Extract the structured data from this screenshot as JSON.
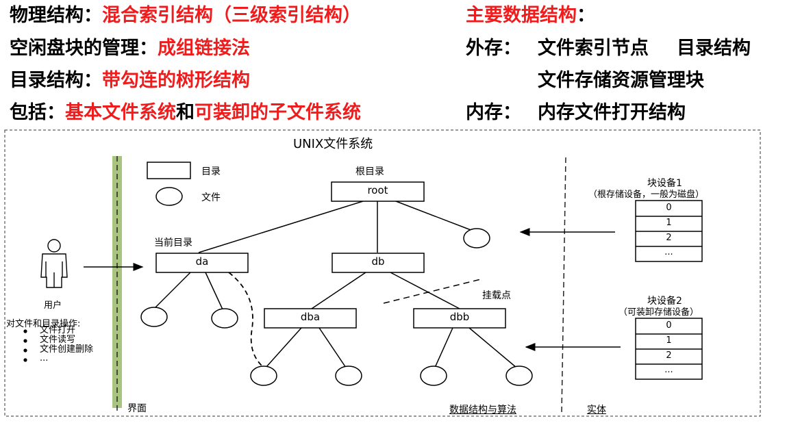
{
  "header": {
    "line1": {
      "label": "物理结构：",
      "value": "混合索引结构（三级索引结构）"
    },
    "line2": {
      "label": "空闲盘块的管理：",
      "value": "成组链接法"
    },
    "line3": {
      "label": "目录结构：",
      "value": "带勾连的树形结构"
    },
    "line4": {
      "label": "包括：",
      "value1": "基本文件系统",
      "conj": "和",
      "value2": "可装卸的子文件系统"
    },
    "right": {
      "title": "主要数据结构",
      "title_colon": "：",
      "ext_label": "外存：",
      "ext_item1": "文件索引节点",
      "ext_item2": "目录结构",
      "ext_item3": "文件存储资源管理块",
      "mem_label": "内存：",
      "mem_item1": "内存文件打开结构"
    }
  },
  "diagram": {
    "title": "UNIX文件系统",
    "legend": {
      "dir": "目录",
      "file": "文件"
    },
    "root_label": "根目录",
    "current_dir_label": "当前目录",
    "mount_point_label": "挂载点",
    "nodes": {
      "root": "root",
      "da": "da",
      "db": "db",
      "dba": "dba",
      "dbb": "dbb"
    },
    "user": {
      "label": "用户",
      "ops_title": "对文件和目录操作:",
      "ops": [
        "文件打开",
        "文件读写",
        "文件创建删除",
        "..."
      ]
    },
    "device1": {
      "title": "块设备1",
      "subtitle": "（根存储设备，一般为磁盘）",
      "cells": [
        "0",
        "1",
        "2",
        "..."
      ]
    },
    "device2": {
      "title": "块设备2",
      "subtitle": "（可装卸存储设备）",
      "cells": [
        "0",
        "1",
        "2",
        "..."
      ]
    },
    "footer": {
      "interface": "界面",
      "ds": "数据结构与算法",
      "entity": "实体"
    },
    "colors": {
      "interface_bar": "#a9c47f",
      "highlight": "#ee1c1c"
    }
  }
}
